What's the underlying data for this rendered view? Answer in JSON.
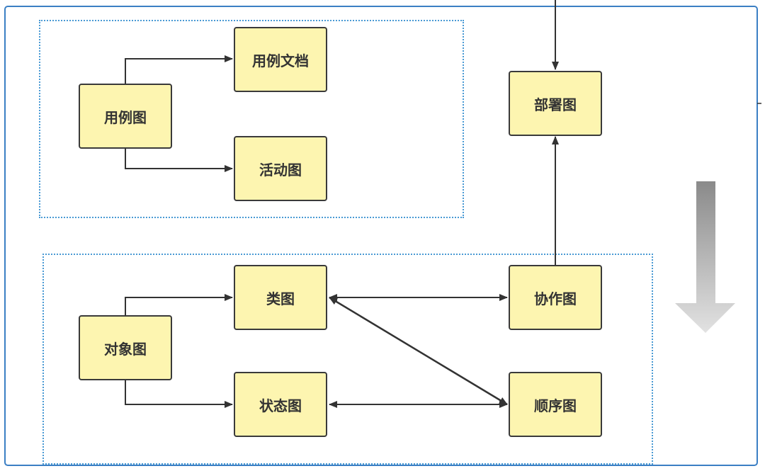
{
  "nodes": {
    "usecase_diagram": "用例图",
    "usecase_doc": "用例文档",
    "activity_diagram": "活动图",
    "deployment_diagram": "部署图",
    "object_diagram": "对象图",
    "class_diagram": "类图",
    "state_diagram": "状态图",
    "collaboration_diagram": "协作图",
    "sequence_diagram": "顺序图"
  },
  "colors": {
    "node_fill": "#fdf5b0",
    "node_border": "#3a3a3a",
    "frame_border": "#3b7fc4",
    "group_border": "#4a9ad4",
    "edge": "#333333"
  }
}
